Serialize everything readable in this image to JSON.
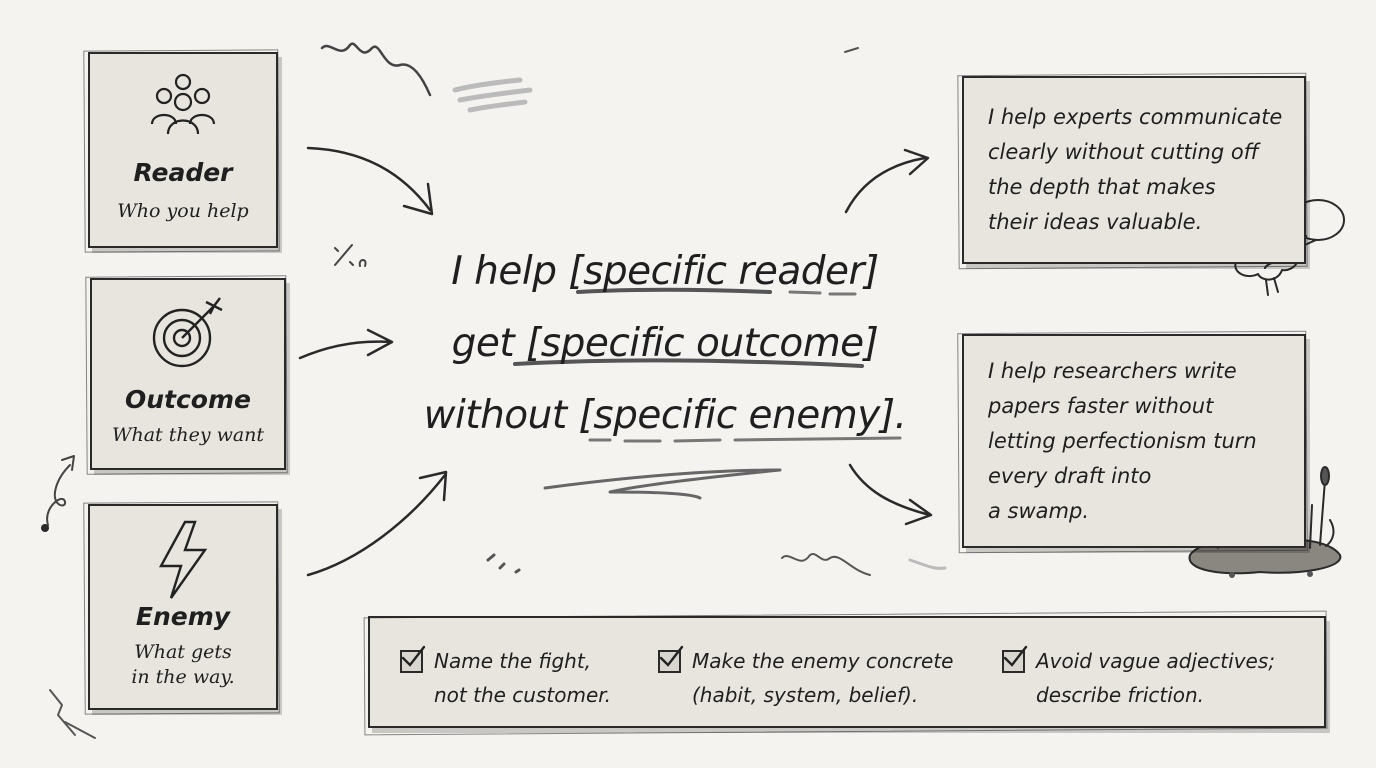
{
  "cards": [
    {
      "icon": "people-icon",
      "title": "Reader",
      "subtitle": [
        "Who you help"
      ]
    },
    {
      "icon": "target-icon",
      "title": "Outcome",
      "subtitle": [
        "What they want"
      ]
    },
    {
      "icon": "lightning-icon",
      "title": "Enemy",
      "subtitle": [
        "What gets",
        "in the way."
      ]
    }
  ],
  "template": {
    "lines": [
      "I help [specific reader]",
      "get [specific outcome]",
      "without [specific enemy]."
    ]
  },
  "examples": [
    {
      "icon": "brain-speech-icon",
      "lines": [
        "I help experts communicate",
        "clearly without cutting off",
        "the depth that makes",
        "their ideas valuable."
      ]
    },
    {
      "icon": "swamp-paper-icon",
      "lines": [
        "I help researchers write",
        "papers faster without",
        "letting perfectionism turn",
        "every draft into",
        "a swamp."
      ]
    }
  ],
  "tips": [
    {
      "lines": [
        "Name the fight,",
        "not the customer."
      ]
    },
    {
      "lines": [
        "Make the enemy concrete",
        "(habit, system, belief)."
      ]
    },
    {
      "lines": [
        "Avoid vague adjectives;",
        "describe friction."
      ]
    }
  ],
  "colors": {
    "paper": "#f4f3f0",
    "card": "#e8e5df",
    "ink": "#1f1f1f"
  }
}
